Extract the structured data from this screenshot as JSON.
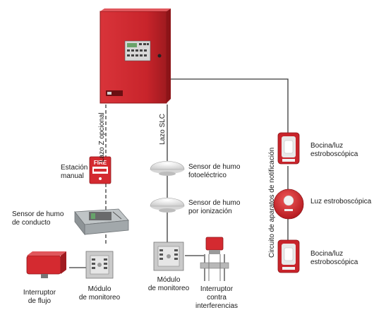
{
  "labels": {
    "estacion_manual": [
      "Estación",
      "manual"
    ],
    "sensor_conducto": [
      "Sensor de humo",
      "de conducto"
    ],
    "interruptor_flujo": [
      "Interruptor",
      "de flujo"
    ],
    "modulo_izq": [
      "Módulo",
      "de monitoreo"
    ],
    "modulo_centro": [
      "Módulo",
      "de monitoreo"
    ],
    "interruptor_interferencias": [
      "Interruptor",
      "contra",
      "interferencias"
    ],
    "sensor_fotoelectrico": [
      "Sensor de humo",
      "fotoeléctrico"
    ],
    "sensor_ionizacion": [
      "Sensor de humo",
      "por ionización"
    ],
    "bocina_1": [
      "Bocina/luz",
      "estroboscópica"
    ],
    "luz_estroboscopica": [
      "Luz estroboscópica"
    ],
    "bocina_2": [
      "Bocina/luz",
      "estroboscópica"
    ],
    "lazo_opcional": "Lazo Z opcional",
    "lazo_slc": "Lazo SLC",
    "circuito_notificacion": "Circuito de aparatos de notificación",
    "fire_text": "FIRE"
  },
  "colors": {
    "panel_red": "#c8242b",
    "panel_dark": "#8c1418",
    "line": "#3a3a3a",
    "detector_white": "#f2f2f2",
    "module_gray": "#c9c9c9"
  }
}
